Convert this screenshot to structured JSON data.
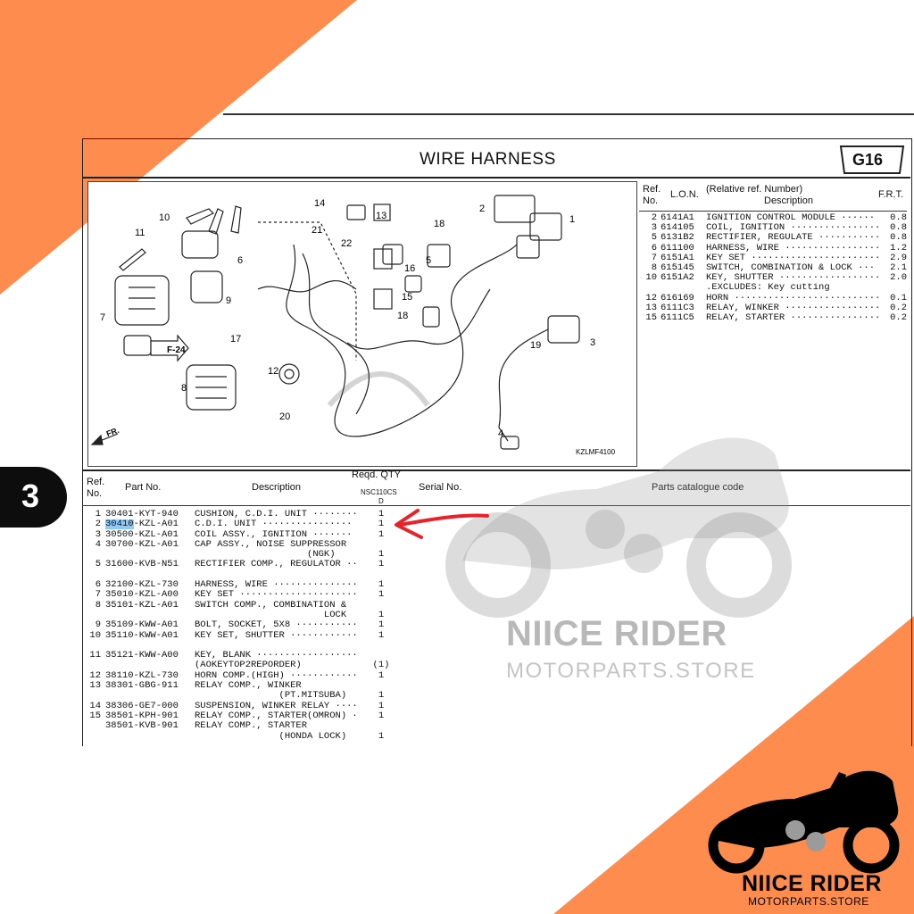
{
  "side_tab": {
    "number": "3"
  },
  "header": {
    "title": "WIRE  HARNESS",
    "section_code": "G16"
  },
  "diagram": {
    "callouts": [
      "1",
      "2",
      "3",
      "4",
      "5",
      "6",
      "7",
      "8",
      "9",
      "10",
      "11",
      "12",
      "13",
      "14",
      "15",
      "16",
      "17",
      "18",
      "19",
      "20",
      "21",
      "22"
    ],
    "arrow_ref": "F-24",
    "direction_label": "FR.",
    "drawing_code": "KZLMF4100"
  },
  "lon_table": {
    "headers": {
      "ref": "Ref.\nNo.",
      "lon": "L.O.N.",
      "desc_top": "(Relative ref. Number)",
      "desc": "Description",
      "frt": "F.R.T."
    },
    "rows": [
      {
        "ref": "2",
        "lon": "6141A1",
        "desc": "IGNITION CONTROL MODULE ······",
        "frt": "0.8"
      },
      {
        "ref": "3",
        "lon": "614105",
        "desc": "COIL, IGNITION ················",
        "frt": "0.8"
      },
      {
        "ref": "5",
        "lon": "6131B2",
        "desc": "RECTIFIER, REGULATE ···········",
        "frt": "0.8"
      },
      {
        "ref": "6",
        "lon": "611100",
        "desc": "HARNESS, WIRE ·················",
        "frt": "1.2"
      },
      {
        "ref": "7",
        "lon": "6151A1",
        "desc": "KEY SET ·······················",
        "frt": "2.9"
      },
      {
        "ref": "8",
        "lon": "615145",
        "desc": "SWITCH, COMBINATION & LOCK ···",
        "frt": "2.1"
      },
      {
        "ref": "10",
        "lon": "6151A2",
        "desc": "KEY, SHUTTER ··················",
        "frt": "2.0"
      },
      {
        "ref": "",
        "lon": "",
        "desc": ".EXCLUDES: Key cutting",
        "frt": ""
      },
      {
        "ref": "12",
        "lon": "616169",
        "desc": "HORN ··························",
        "frt": "0.1"
      },
      {
        "ref": "13",
        "lon": "6111C3",
        "desc": "RELAY, WINKER ·················",
        "frt": "0.2"
      },
      {
        "ref": "15",
        "lon": "6111C5",
        "desc": "RELAY, STARTER ················",
        "frt": "0.2"
      }
    ]
  },
  "parts_table": {
    "headers": {
      "ref": "Ref.\nNo.",
      "part_no": "Part No.",
      "description": "Description",
      "reqd_qty": "Reqd. QTY",
      "model": "NSC110CS",
      "model_sub": "D",
      "serial": "Serial  No.",
      "catalogue": "Parts catalogue code"
    },
    "rows": [
      {
        "ref": "1",
        "part": "30401-KYT-940",
        "desc": "CUSHION, C.D.I. UNIT ········",
        "qty": "1"
      },
      {
        "ref": "2",
        "part": "30410-KZL-A01",
        "desc": "C.D.I. UNIT ················",
        "qty": "1"
      },
      {
        "ref": "3",
        "part": "30500-KZL-A01",
        "desc": "COIL ASSY., IGNITION ·······",
        "qty": "1"
      },
      {
        "ref": "4",
        "part": "30700-KZL-A01",
        "desc": "CAP ASSY., NOISE SUPPRESSOR",
        "qty": ""
      },
      {
        "ref": "",
        "part": "",
        "desc": "                    (NGK)",
        "qty": "1"
      },
      {
        "ref": "5",
        "part": "31600-KVB-N51",
        "desc": "RECTIFIER COMP., REGULATOR ··",
        "qty": "1"
      },
      {
        "ref": "",
        "part": "",
        "desc": "",
        "qty": ""
      },
      {
        "ref": "6",
        "part": "32100-KZL-730",
        "desc": "HARNESS, WIRE ···············",
        "qty": "1"
      },
      {
        "ref": "7",
        "part": "35010-KZL-A00",
        "desc": "KEY SET ·····················",
        "qty": "1"
      },
      {
        "ref": "8",
        "part": "35101-KZL-A01",
        "desc": "SWITCH COMP., COMBINATION &",
        "qty": ""
      },
      {
        "ref": "",
        "part": "",
        "desc": "                       LOCK",
        "qty": "1"
      },
      {
        "ref": "9",
        "part": "35109-KWW-A01",
        "desc": "BOLT, SOCKET, 5X8 ···········",
        "qty": "1"
      },
      {
        "ref": "10",
        "part": "35110-KWW-A01",
        "desc": "KEY SET, SHUTTER ············",
        "qty": "1"
      },
      {
        "ref": "",
        "part": "",
        "desc": "",
        "qty": ""
      },
      {
        "ref": "11",
        "part": "35121-KWW-A00",
        "desc": "KEY, BLANK ··················",
        "qty": ""
      },
      {
        "ref": "",
        "part": "",
        "desc": "(AOKEYTOP2REPORDER)",
        "qty": "(1)"
      },
      {
        "ref": "12",
        "part": "38110-KZL-730",
        "desc": "HORN COMP.(HIGH) ············",
        "qty": "1"
      },
      {
        "ref": "13",
        "part": "38301-GBG-911",
        "desc": "RELAY COMP., WINKER",
        "qty": ""
      },
      {
        "ref": "",
        "part": "",
        "desc": "               (PT.MITSUBA)",
        "qty": "1"
      },
      {
        "ref": "14",
        "part": "38306-GE7-000",
        "desc": "SUSPENSION, WINKER RELAY ····",
        "qty": "1"
      },
      {
        "ref": "15",
        "part": "38501-KPH-901",
        "desc": "RELAY COMP., STARTER(OMRON) ·",
        "qty": "1"
      },
      {
        "ref": "",
        "part": "38501-KVB-901",
        "desc": "RELAY COMP., STARTER",
        "qty": ""
      },
      {
        "ref": "",
        "part": "",
        "desc": "               (HONDA LOCK)",
        "qty": "1"
      }
    ]
  },
  "watermark": {
    "brand": "NIICE RIDER",
    "site": "MOTORPARTS.STORE"
  },
  "logo": {
    "brand": "NIICE RIDER",
    "site": "MOTORPARTS.STORE"
  },
  "colors": {
    "accent_orange": "#fd8c4e",
    "annotation_red": "#e8222a",
    "highlight_blue": "#8fc9f7"
  }
}
